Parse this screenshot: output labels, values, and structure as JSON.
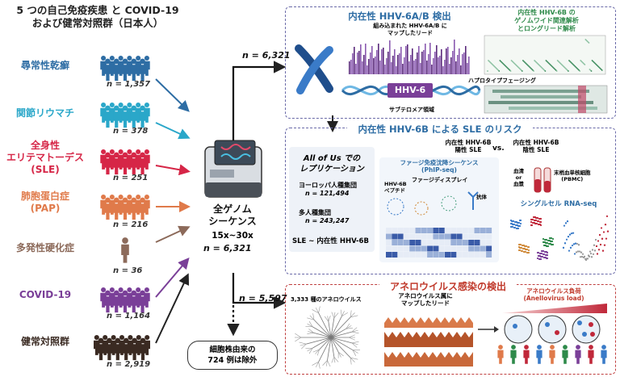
{
  "title": {
    "line1": "5 つの自己免疫疾患 と COVID-19",
    "line2": "および健常対照群（日本人）"
  },
  "diseases": [
    {
      "label": "尋常性乾癬",
      "n": "n = 1,357",
      "color": "#2e6da4"
    },
    {
      "label": "関節リウマチ",
      "n": "n = 378",
      "color": "#2aa7c9"
    },
    {
      "label": "全身性\nエリテマトーデス\n(SLE)",
      "n": "n = 251",
      "color": "#d62647"
    },
    {
      "label": "肺胞蛋白症\n(PAP)",
      "n": "n = 216",
      "color": "#e07a4a"
    },
    {
      "label": "多発性硬化症",
      "n": "n = 36",
      "color": "#8c6a5a"
    },
    {
      "label": "COVID-19",
      "n": "n = 1,164",
      "color": "#7a3f98"
    },
    {
      "label": "健常対照群",
      "n": "n = 2,919",
      "color": "#3a2a22"
    }
  ],
  "wgs": {
    "title": "全ゲノム\nシーケンス",
    "depth": "15x~30x",
    "n": "n = 6,321"
  },
  "flow": {
    "n_top": "n = 6,321",
    "n_bottom": "n = 5,597",
    "excluded": "細胞株由来の\n724 例は除外"
  },
  "panel1": {
    "title": "内在性 HHV-6A/B 検出",
    "reads_label": "組み込まれた HHV-6A/B に\nマップしたリード",
    "box_label": "HHV-6",
    "subtelomere": "サブテロメア領域",
    "gwas_title": "内在性 HHV-6B の\nゲノムワイド関連解析\nとロングリード解析",
    "phasing": "ハプロタイプフェージング"
  },
  "panel2": {
    "title": "内在性 HHV-6B による SLE のリスク",
    "allofus": "All of Us での\nレプリケーション",
    "eu": "ヨーロッパ人種集団",
    "eu_n": "n = 121,494",
    "multi": "多人種集団",
    "multi_n": "n = 243,247",
    "sle": "SLE ~ 内在性 HHV-6B",
    "pos": "内在性 HHV-6B\n陽性 SLE",
    "vs": "vs.",
    "neg": "内在性 HHV-6B\n陰性 SLE",
    "phip": "ファージ免疫沈降シーケンス\n(PhIP-seq)",
    "display": "ファージディスプレイ",
    "peptide": "HHV-6B\nペプチド",
    "antibody": "抗体",
    "plasma": "血清\nor\n血漿",
    "pbmc": "末梢血単核細胞\n(PBMC)",
    "scrna": "シングルセル RNA-seq"
  },
  "panel3": {
    "title": "アネロウイルス感染の検出",
    "count": "3,333 種のアネロウイルス",
    "reads": "アネロウイルス属に\nマップしたリード",
    "load": "アネロウイルス負荷\n(Anellovirus load)"
  },
  "colors": {
    "panel_border": "#6a6aa8",
    "panel3_border": "#c04040",
    "p1_title": "#2e6da4",
    "p3_title": "#c0392b",
    "accent": "#7a3f98"
  }
}
